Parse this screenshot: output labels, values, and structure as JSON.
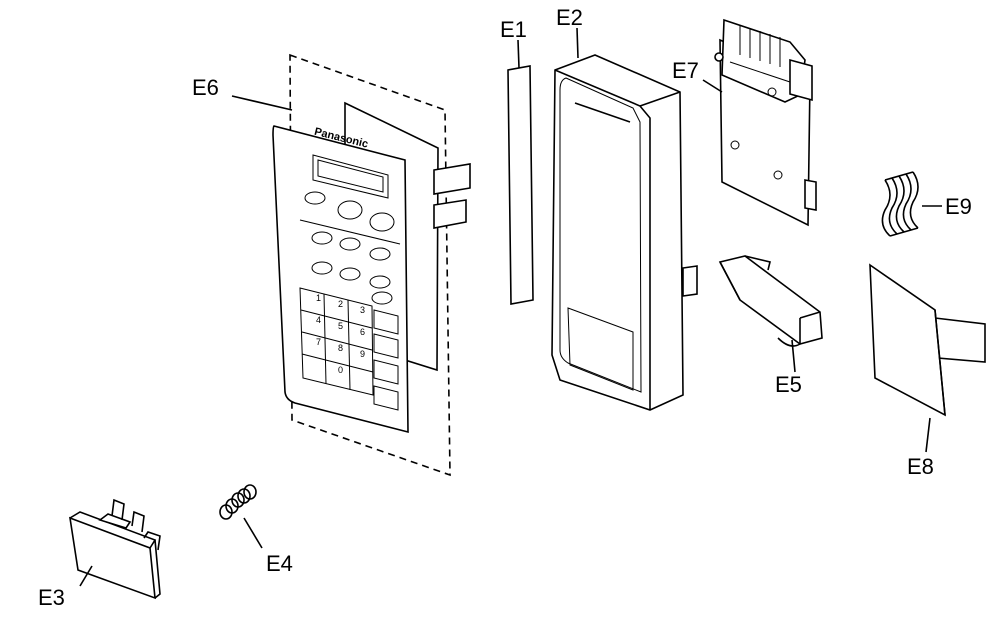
{
  "parts": [
    {
      "id": "E1",
      "label": "E1"
    },
    {
      "id": "E2",
      "label": "E2"
    },
    {
      "id": "E3",
      "label": "E3"
    },
    {
      "id": "E4",
      "label": "E4"
    },
    {
      "id": "E5",
      "label": "E5"
    },
    {
      "id": "E6",
      "label": "E6"
    },
    {
      "id": "E7",
      "label": "E7"
    },
    {
      "id": "E8",
      "label": "E8"
    },
    {
      "id": "E9",
      "label": "E9"
    }
  ],
  "control_panel": {
    "brand": "Panasonic",
    "keypad_numbers": [
      "1",
      "2",
      "3",
      "4",
      "5",
      "6",
      "7",
      "8",
      "9",
      "0"
    ]
  }
}
